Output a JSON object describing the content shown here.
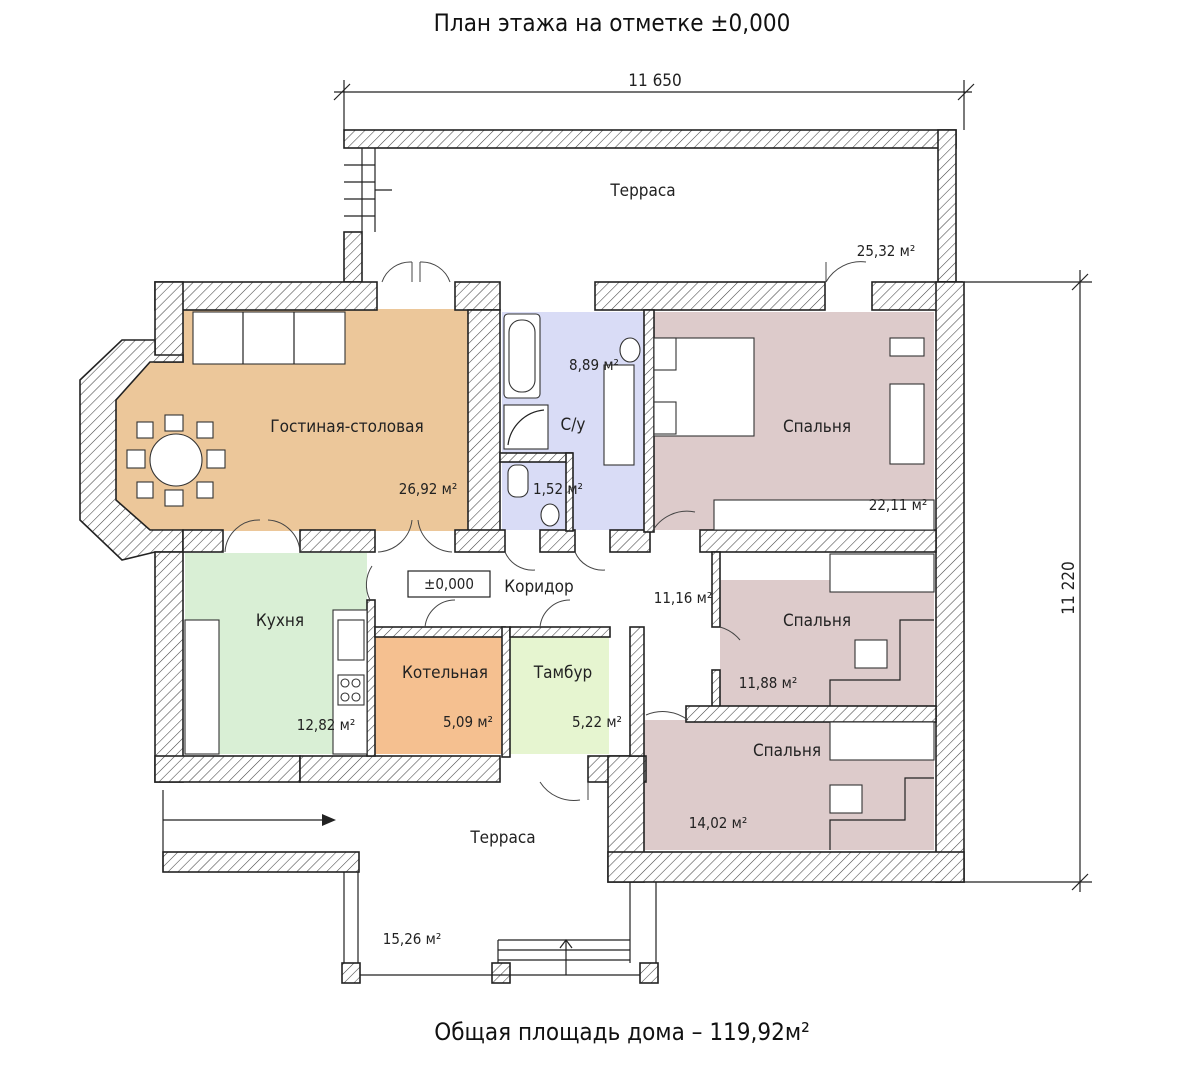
{
  "title": "План  этажа  на отметке ±0,000",
  "footer": "Общая площадь дома – 119,92м²",
  "dimensions": {
    "width": "11 650",
    "height": "11 220"
  },
  "level_mark": "±0,000",
  "rooms": {
    "terrace_top": {
      "name": "Терраса",
      "area": "25,32 м²"
    },
    "living": {
      "name": "Гостиная-столовая",
      "area": "26,92 м²"
    },
    "bath": {
      "name": "С/у",
      "area": "8,89 м²"
    },
    "wc": {
      "area": "1,52 м²"
    },
    "bedroom1": {
      "name": "Спальня",
      "area": "22,11 м²"
    },
    "corridor": {
      "name": "Коридор",
      "area": "11,16 м²"
    },
    "kitchen": {
      "name": "Кухня",
      "area": "12,82 м²"
    },
    "boiler": {
      "name": "Котельная",
      "area": "5,09 м²"
    },
    "vestibule": {
      "name": "Тамбур",
      "area": "5,22 м²"
    },
    "bedroom2": {
      "name": "Спальня",
      "area": "11,88 м²"
    },
    "bedroom3": {
      "name": "Спальня",
      "area": "14,02 м²"
    },
    "terrace_bottom": {
      "name": "Терраса",
      "area": "15,26 м²"
    }
  },
  "colors": {
    "living": "#ecc79a",
    "bath": "#d9dcf6",
    "bedroom": "#ddcbcb",
    "kitchen": "#d9efd5",
    "boiler": "#f5c090",
    "vestibule": "#e6f5d0"
  }
}
